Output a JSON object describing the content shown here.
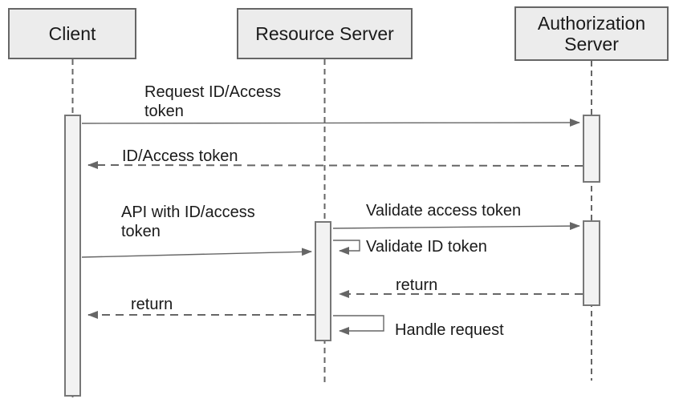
{
  "diagram": {
    "kind": "uml-sequence-diagram",
    "actors": [
      {
        "id": "client",
        "label": "Client"
      },
      {
        "id": "resource-server",
        "label": "Resource Server"
      },
      {
        "id": "authorization-server",
        "label": "Authorization Server"
      }
    ],
    "messages": [
      {
        "label": "Request ID/Access token",
        "from": "Client",
        "to": "Authorization Server",
        "line": "solid"
      },
      {
        "label": "ID/Access token",
        "from": "Authorization Server",
        "to": "Client",
        "line": "dashed"
      },
      {
        "label": "API with ID/access token",
        "from": "Client",
        "to": "Resource Server",
        "line": "solid"
      },
      {
        "label": "Validate access token",
        "from": "Resource Server",
        "to": "Authorization Server",
        "line": "solid"
      },
      {
        "label": "Validate ID token",
        "from": "Resource Server",
        "to": "Resource Server",
        "line": "self"
      },
      {
        "label": "return",
        "from": "Authorization Server",
        "to": "Resource Server",
        "line": "dashed"
      },
      {
        "label": "return",
        "from": "Resource Server",
        "to": "Client",
        "line": "dashed"
      },
      {
        "label": "Handle request",
        "from": "Resource Server",
        "to": "Resource Server",
        "line": "self"
      }
    ],
    "colors": {
      "background": "#ffffff",
      "box_fill": "#ececec",
      "activation_fill": "#f2f2f2",
      "stroke": "#666666",
      "text": "#1a1a1a"
    }
  }
}
